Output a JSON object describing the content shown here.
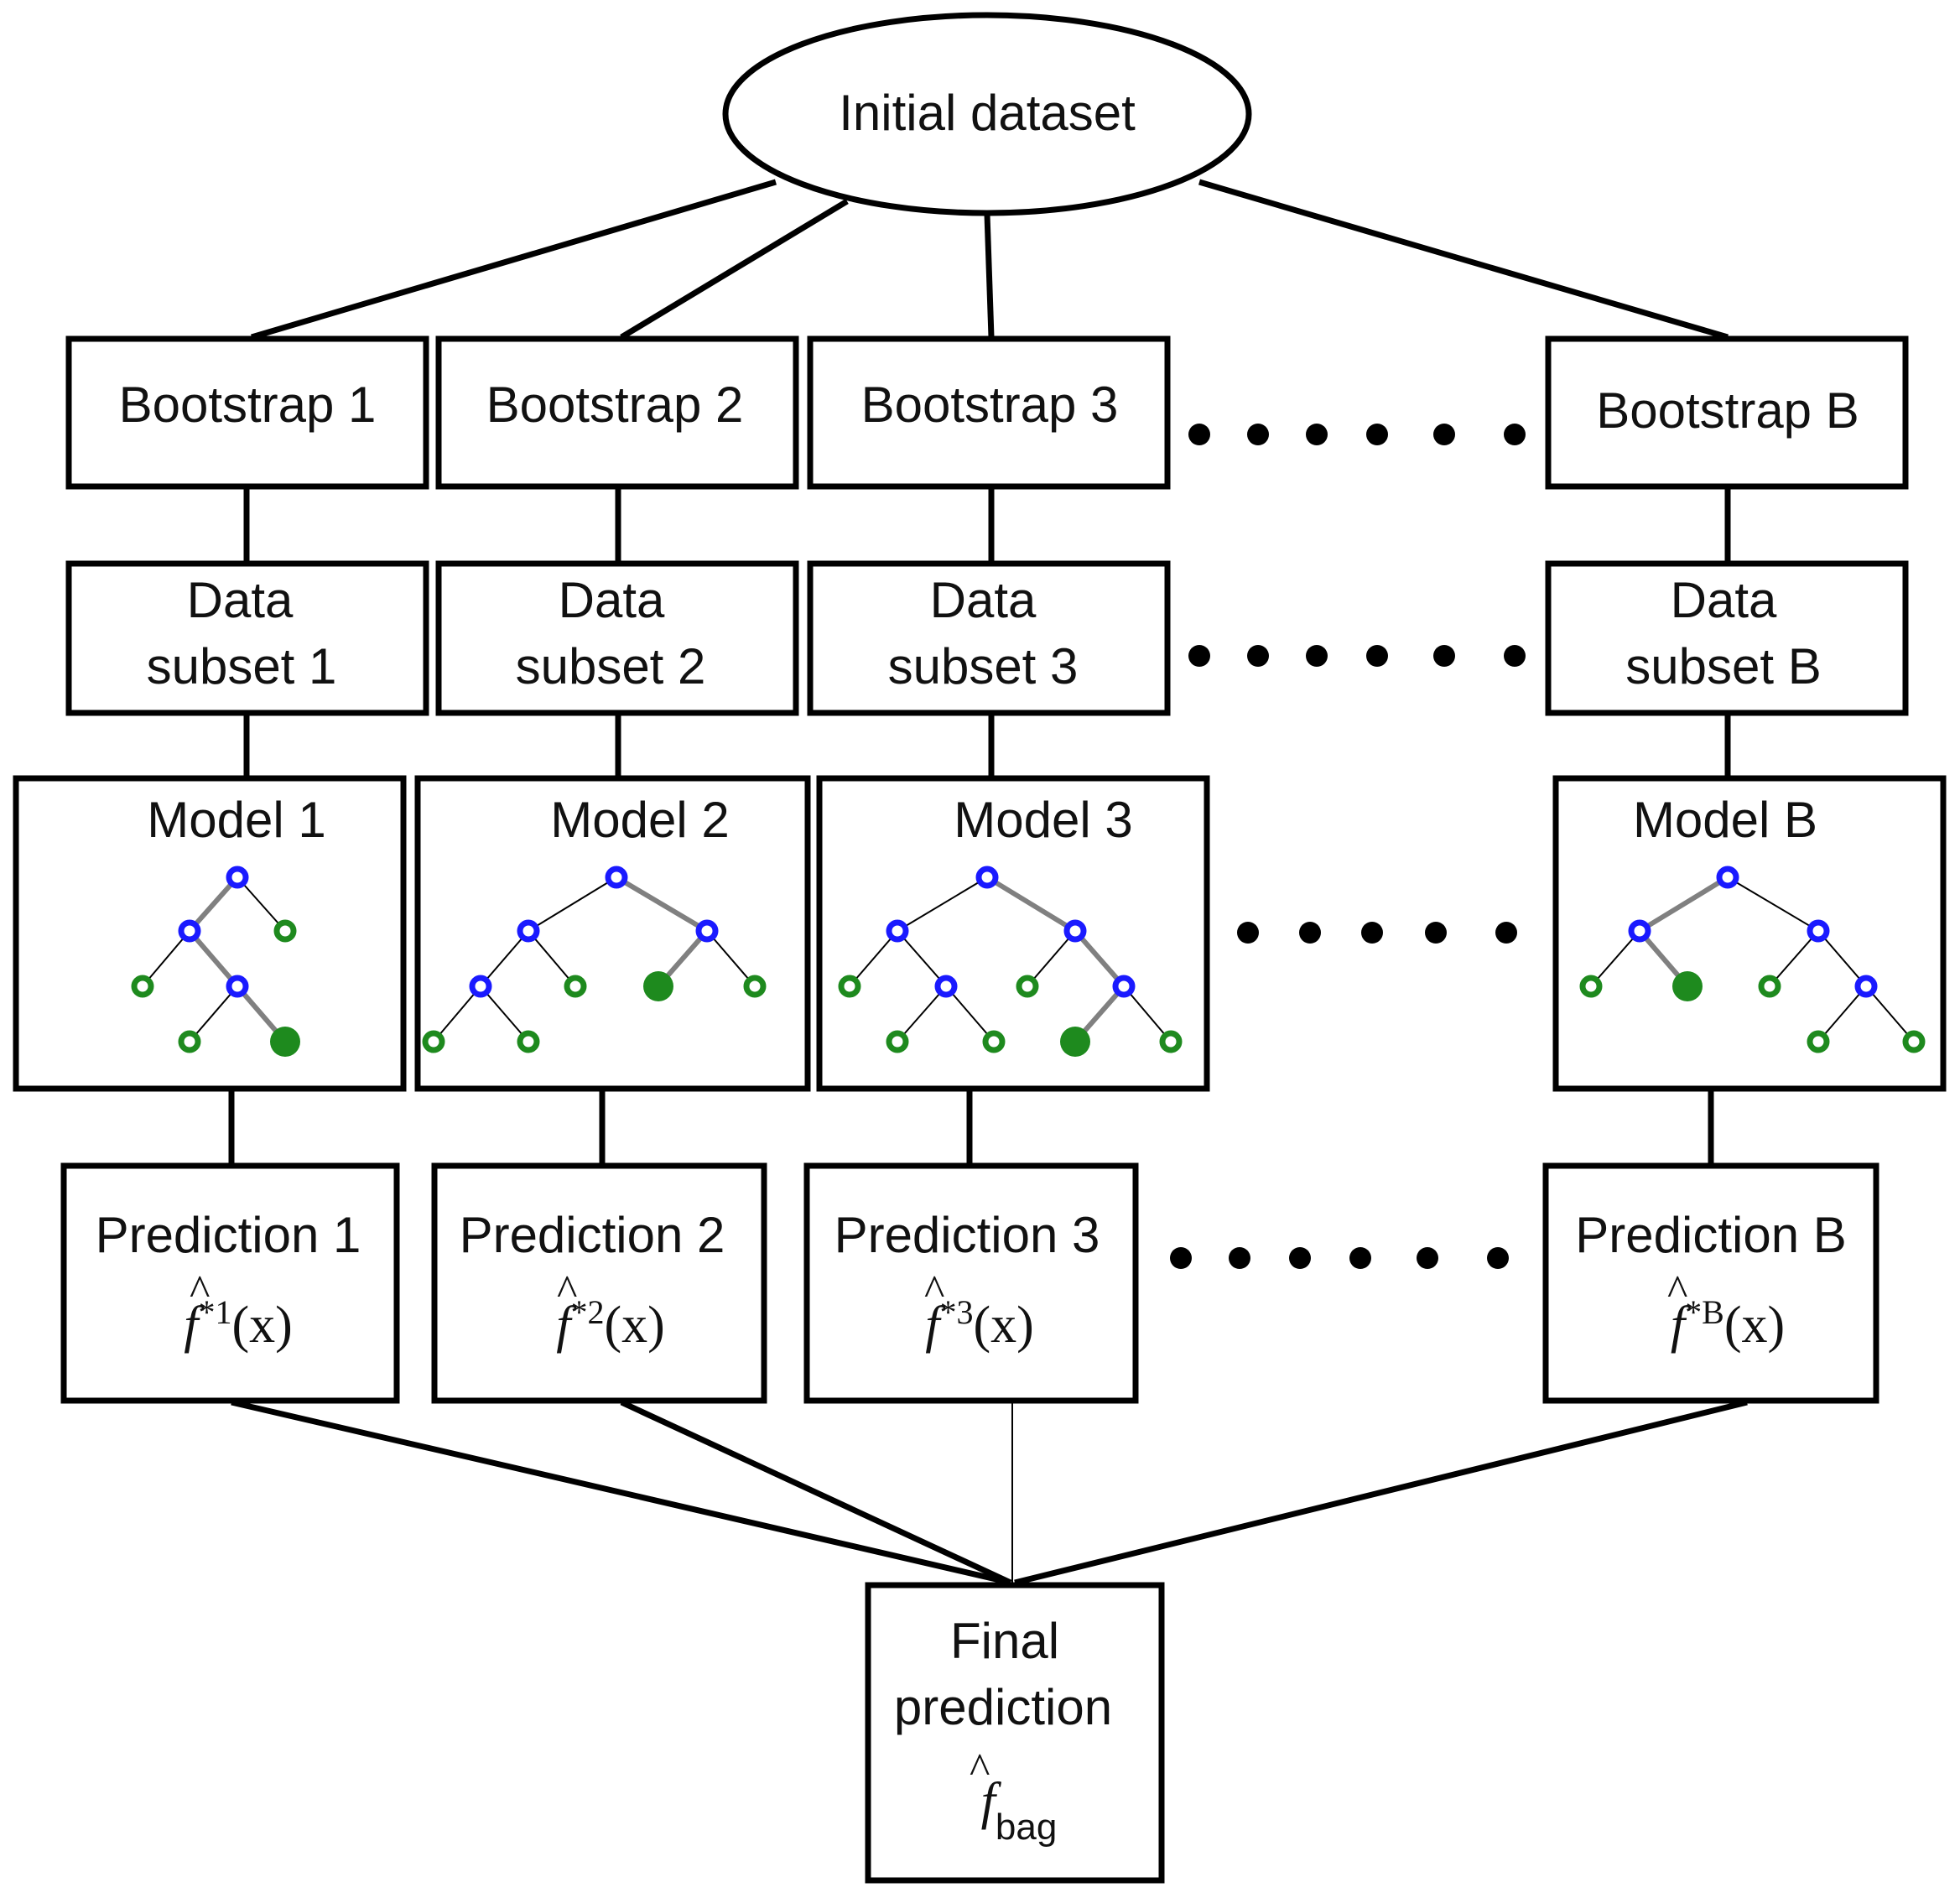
{
  "root": {
    "label": "Initial dataset"
  },
  "ellipsis": "• • • • • •",
  "columns": [
    {
      "bootstrap": "Bootstrap 1",
      "subset_line1": "Data",
      "subset_line2": "subset 1",
      "model": "Model 1",
      "prediction": "Prediction 1",
      "func": "f",
      "sup": "*1",
      "arg": "(x)"
    },
    {
      "bootstrap": "Bootstrap 2",
      "subset_line1": "Data",
      "subset_line2": "subset 2",
      "model": "Model 2",
      "prediction": "Prediction 2",
      "func": "f",
      "sup": "*2",
      "arg": "(x)"
    },
    {
      "bootstrap": "Bootstrap 3",
      "subset_line1": "Data",
      "subset_line2": "subset 3",
      "model": "Model 3",
      "prediction": "Prediction 3",
      "func": "f",
      "sup": "*3",
      "arg": "(x)"
    },
    {
      "bootstrap": "Bootstrap B",
      "subset_line1": "Data",
      "subset_line2": "subset B",
      "model": "Model B",
      "prediction": "Prediction B",
      "func": "f",
      "sup": "*B",
      "arg": "(x)"
    }
  ],
  "final": {
    "line1": "Final",
    "line2": "prediction",
    "func": "f",
    "sub": "bag"
  },
  "colors": {
    "line": "#000000",
    "internal_node": "#1a1aff",
    "leaf_node": "#1e8a1e",
    "path_edge": "#808080"
  }
}
